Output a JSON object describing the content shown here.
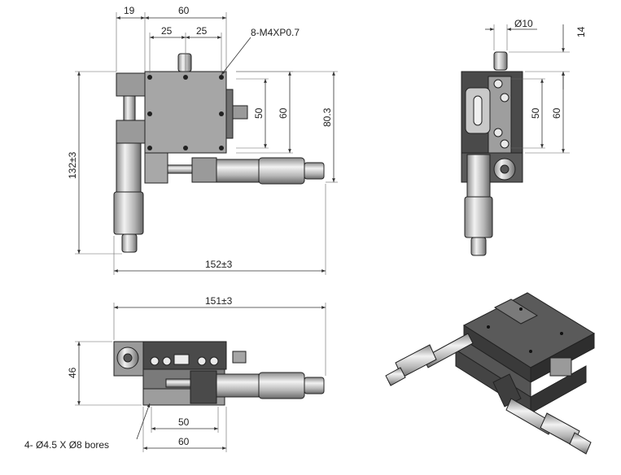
{
  "dims": {
    "top_19": "19",
    "top_60": "60",
    "top_25a": "25",
    "top_25b": "25",
    "tap_note": "8-M4XP0.7",
    "v50": "50",
    "v60": "60",
    "v80": "80.3",
    "h132": "132±3",
    "w152": "152±3",
    "side_d10": "Ø10",
    "side_14": "14",
    "side_50": "50",
    "side_60": "60",
    "front_151": "151±3",
    "front_46": "46",
    "front_50": "50",
    "front_60": "60",
    "bores_note": "4- Ø4.5 X Ø8 bores"
  },
  "colors": {
    "stage_dark": "#4a4a4a",
    "stage_mid": "#8e8e8e",
    "stage_light": "#b8b8b8",
    "micrometer": "#c8c8c8",
    "line": "#333333"
  }
}
